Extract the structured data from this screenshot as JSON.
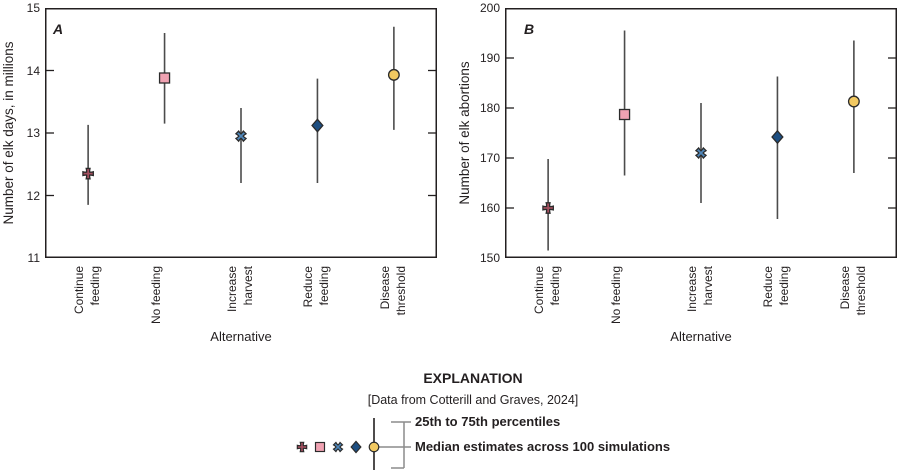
{
  "explanation": {
    "title": "EXPLANATION",
    "source_note": "[Data from Cotterill and Graves, 2024]",
    "percentile_label": "25th to 75th percentiles",
    "median_label": "Median estimates across 100 simulations"
  },
  "colors": {
    "frame": "#231f20",
    "error_line": "#4c4c4c",
    "bracket": "#8c8c8c",
    "marker_outline": "#2b2b2b",
    "plus": "#a44f5f",
    "square": "#f0a2b2",
    "x": "#4f87ba",
    "diamond": "#1d4e81",
    "circle": "#f2c961"
  },
  "chart_data": [
    {
      "type": "scatter",
      "panel_label": "A",
      "ylabel": "Number of elk days, in millions",
      "xlabel": "Alternative",
      "ylim": [
        11,
        15
      ],
      "yticks": [
        11,
        12,
        13,
        14,
        15
      ],
      "grid": false,
      "categories": [
        "Continue\nfeeding",
        "No feeding",
        "Increase\nharvest",
        "Reduce\nfeeding",
        "Disease\nthreshold"
      ],
      "markers": [
        "plus",
        "square",
        "x",
        "diamond",
        "circle"
      ],
      "series": [
        {
          "name": "Median estimates across 100 simulations",
          "values": [
            12.35,
            13.88,
            12.95,
            13.12,
            13.93
          ]
        },
        {
          "name": "25th percentile",
          "values": [
            11.85,
            13.15,
            12.2,
            12.2,
            13.05
          ]
        },
        {
          "name": "75th percentile",
          "values": [
            13.13,
            14.6,
            13.4,
            13.87,
            14.7
          ]
        }
      ]
    },
    {
      "type": "scatter",
      "panel_label": "B",
      "ylabel": "Number of elk abortions",
      "xlabel": "Alternative",
      "ylim": [
        150,
        200
      ],
      "yticks": [
        150,
        160,
        170,
        180,
        190,
        200
      ],
      "grid": false,
      "categories": [
        "Continue\nfeeding",
        "No feeding",
        "Increase\nharvest",
        "Reduce\nfeeding",
        "Disease\nthreshold"
      ],
      "markers": [
        "plus",
        "square",
        "x",
        "diamond",
        "circle"
      ],
      "series": [
        {
          "name": "Median estimates across 100 simulations",
          "values": [
            160,
            178.7,
            171,
            174.2,
            181.3
          ]
        },
        {
          "name": "25th percentile",
          "values": [
            151.5,
            166.5,
            161,
            157.8,
            167
          ]
        },
        {
          "name": "75th percentile",
          "values": [
            169.8,
            195.5,
            181,
            186.3,
            193.5
          ]
        }
      ]
    }
  ]
}
